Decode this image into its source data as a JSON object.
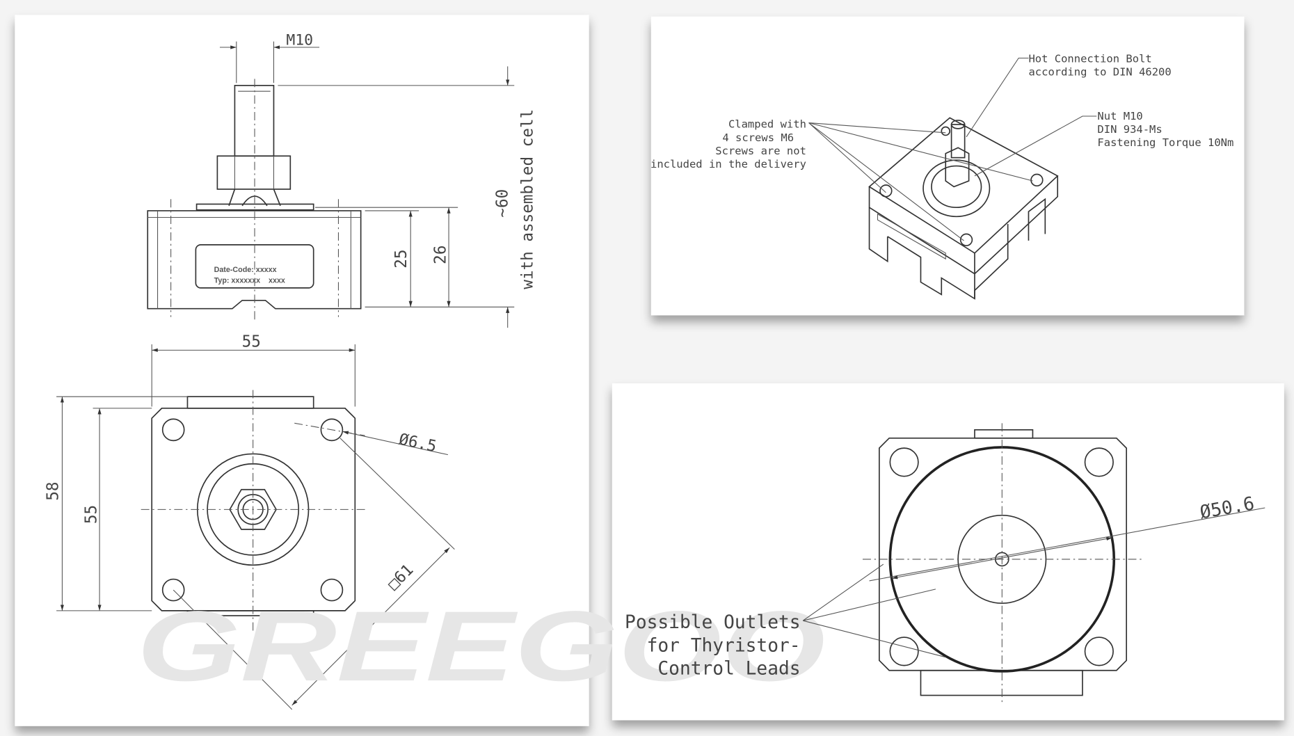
{
  "watermark": "GREEGOO",
  "side_view": {
    "thread_label": "M10",
    "height_label": "~60",
    "height_note": "with assembled cell",
    "dim_25": "25",
    "dim_26": "26",
    "label_line1": "Date-Code: xxxxx",
    "label_line2": "Typ: xxxxxxx    xxxx"
  },
  "plan_view": {
    "width_label": "55",
    "outer_height_label": "58",
    "inner_height_label": "55",
    "hole_label": "Ø6.5",
    "square_label": "□61"
  },
  "iso_view": {
    "bolt_line1": "Hot Connection Bolt",
    "bolt_line2": "according to DIN 46200",
    "nut_line1": "Nut M10",
    "nut_line2": "DIN 934-Ms",
    "nut_line3": "Fastening Torque 10Nm",
    "clamp_line1": "Clamped with",
    "clamp_line2": "4 screws M6",
    "clamp_line3": "Screws are not",
    "clamp_line4": "included in the delivery"
  },
  "bottom_view": {
    "diameter_label": "Ø50.6",
    "outlet_line1": "Possible Outlets",
    "outlet_line2": "for Thyristor-",
    "outlet_line3": "Control Leads"
  },
  "colors": {
    "line": "#333333",
    "panel": "#ffffff",
    "watermark": "#e6e6e6"
  }
}
